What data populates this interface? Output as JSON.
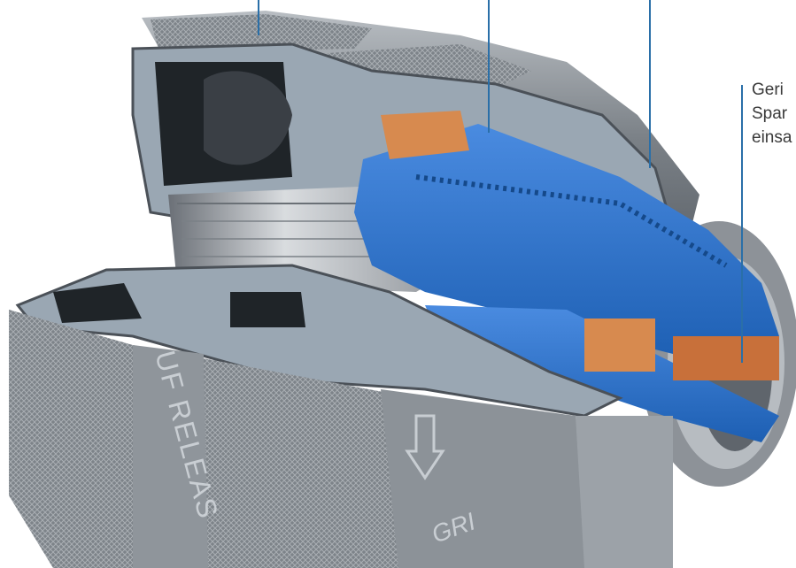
{
  "callout_right": {
    "lines": [
      "Geri",
      "Spar",
      "einsa"
    ]
  },
  "engraving": {
    "left_text": "UF RELEAS",
    "bottom_text": "GRI"
  },
  "colors": {
    "background": "#ffffff",
    "steel": "#8a8f95",
    "steel_dark": "#4b5158",
    "cut_face": "#9aa7b3",
    "collet_blue": "#2f74c9",
    "copper": "#d78a4f",
    "leader_line": "#2a6fa8"
  }
}
